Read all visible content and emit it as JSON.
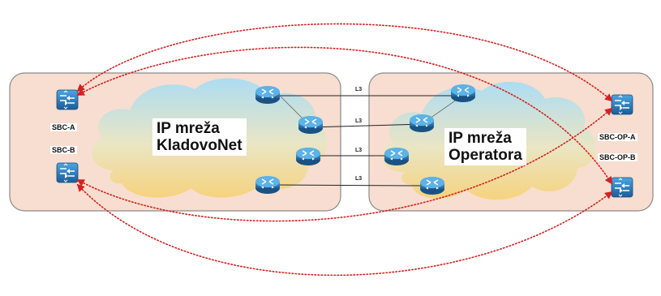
{
  "networks": {
    "left": {
      "name_line1": "IP mreža",
      "name_line2": "KladovoNet"
    },
    "right": {
      "name_line1": "IP mreža",
      "name_line2": "Operatora"
    }
  },
  "sbc": {
    "left_a": "SBC-A",
    "left_b": "SBC-B",
    "right_a": "SBC-OP-A",
    "right_b": "SBC-OP-B"
  },
  "links": [
    {
      "label": "L3"
    },
    {
      "label": "L3"
    },
    {
      "label": "L3"
    },
    {
      "label": "L3"
    }
  ],
  "colors": {
    "zone_fill": "#f7ded0",
    "zone_stroke": "#8a8a8a",
    "cloud_top": "#a9dcf4",
    "cloud_bottom": "#f6d27a",
    "router": "#2e7fb8",
    "sbc_device": "#2a7cc0",
    "signaling_arrow": "#d22222"
  },
  "icons": {
    "router": "router-icon",
    "sbc": "sbc-device-icon"
  }
}
